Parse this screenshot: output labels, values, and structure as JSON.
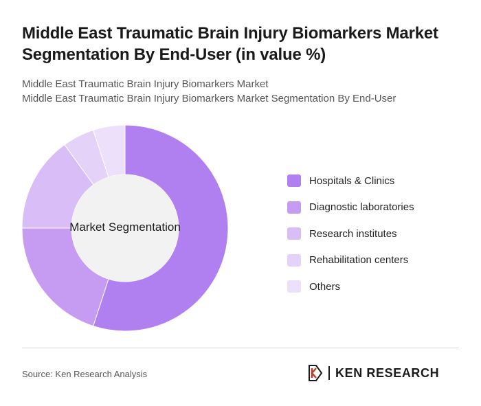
{
  "header": {
    "title": "Middle East Traumatic Brain Injury Biomarkers Market Segmentation By End-User (in value %)",
    "subtitle_line1": "Middle East Traumatic Brain Injury Biomarkers Market",
    "subtitle_line2": "Middle East Traumatic Brain Injury Biomarkers Market Segmentation By End-User"
  },
  "chart_data": {
    "type": "pie",
    "variant": "donut",
    "center_label": "Market Segmentation",
    "categories": [
      "Hospitals & Clinics",
      "Diagnostic laboratories",
      "Research institutes",
      "Rehabilitation centers",
      "Others"
    ],
    "values": [
      55,
      20,
      15,
      5,
      5
    ],
    "colors": [
      "#b07ff0",
      "#c59cf2",
      "#d8bdf6",
      "#e4d2f8",
      "#ece0fa"
    ],
    "legend_position": "right"
  },
  "footer": {
    "source": "Source: Ken Research Analysis",
    "logo_text": "KEN RESEARCH"
  }
}
